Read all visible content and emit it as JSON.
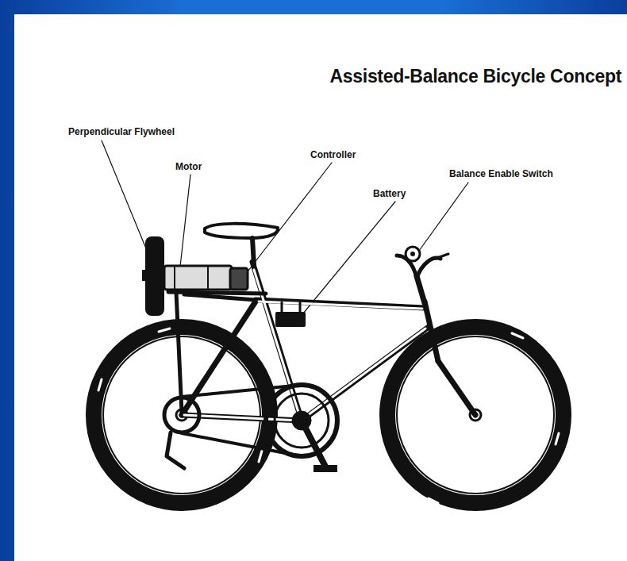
{
  "diagram": {
    "title": "Assisted-Balance Bicycle Concept",
    "labels": [
      "Perpendicular Flywheel",
      "Motor",
      "Controller",
      "Battery",
      "Balance Enable Switch"
    ]
  }
}
